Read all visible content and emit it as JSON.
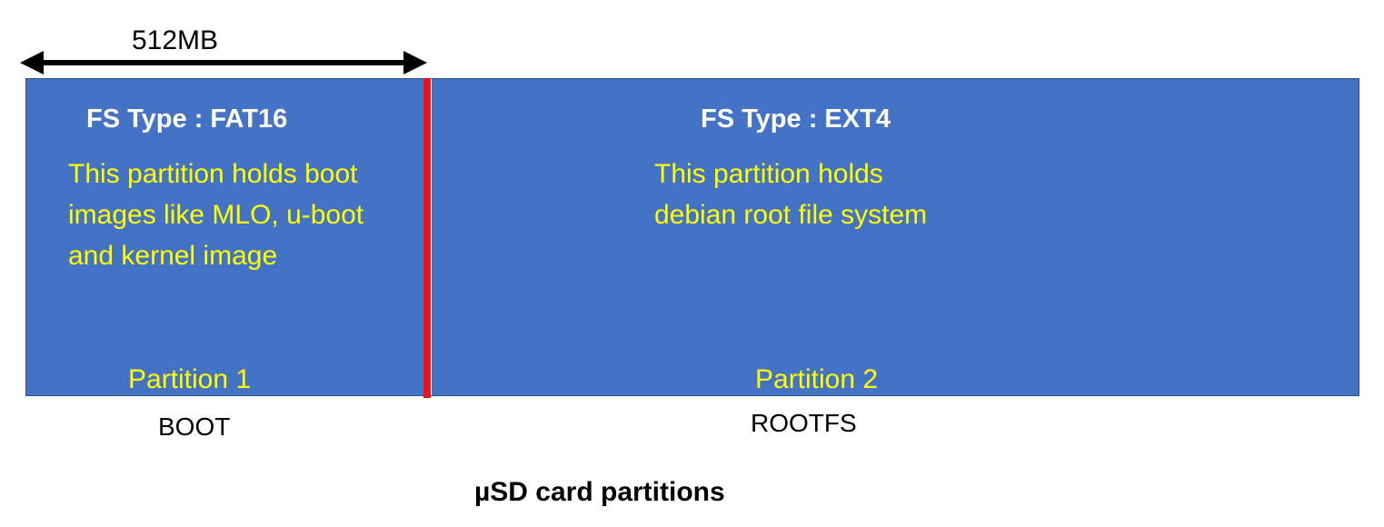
{
  "size_marker": {
    "label": "512MB"
  },
  "colors": {
    "partition_fill": "#4472c4",
    "partition_border": "#2f528f",
    "fs_type_text": "#ffffff",
    "description_text": "#ffff00",
    "boundary_line": "#e8141c",
    "label_text": "#000000"
  },
  "partitions": [
    {
      "fs_type": "FS Type : FAT16",
      "description": "This partition holds boot\nimages like MLO, u-boot\nand kernel image",
      "name": "Partition 1",
      "label": "BOOT"
    },
    {
      "fs_type": "FS Type : EXT4",
      "description": "This partition holds\ndebian root file system",
      "name": "Partition 2",
      "label": "ROOTFS"
    }
  ],
  "caption": "µSD card partitions"
}
